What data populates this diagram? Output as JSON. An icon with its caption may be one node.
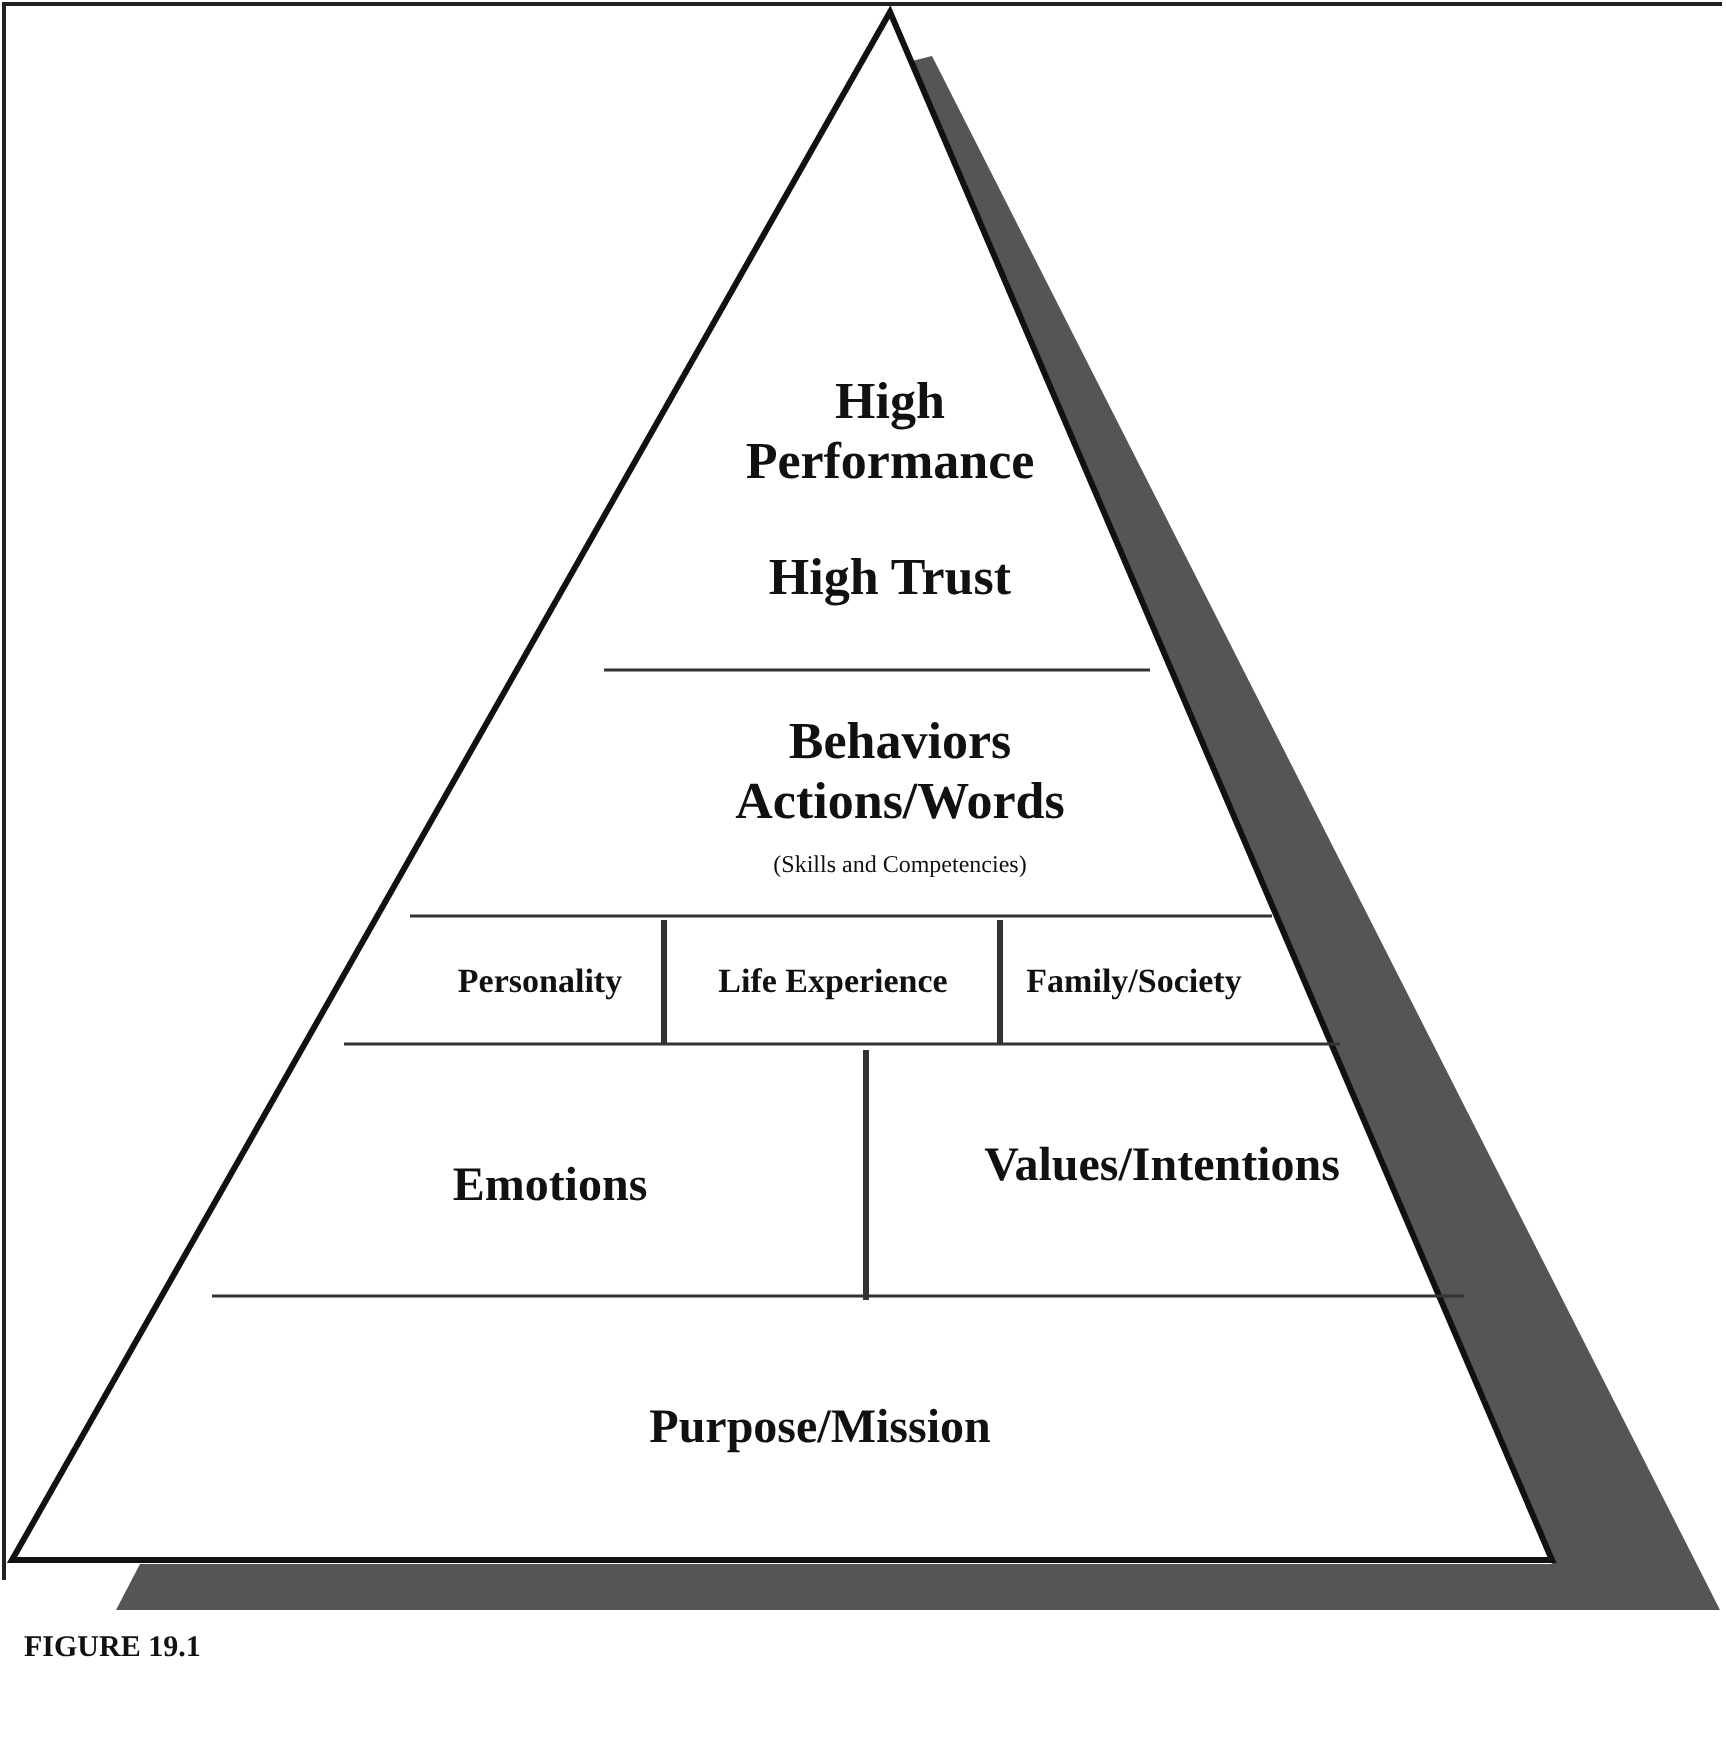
{
  "diagram": {
    "caption": "FIGURE 19.1",
    "nodes": [
      {
        "text": [
          "High Performance",
          "High Trust"
        ]
      },
      {
        "text": [
          "Behaviors Actions/Words",
          "(Skills and Competencies)"
        ]
      },
      {
        "text": [
          "Personality"
        ]
      },
      {
        "text": [
          "Life Experience"
        ]
      },
      {
        "text": [
          "Family/Society"
        ]
      },
      {
        "text": [
          "Emotions"
        ]
      },
      {
        "text": [
          "Values/Intentions"
        ]
      },
      {
        "text": [
          "Purpose/Mission"
        ]
      }
    ]
  }
}
